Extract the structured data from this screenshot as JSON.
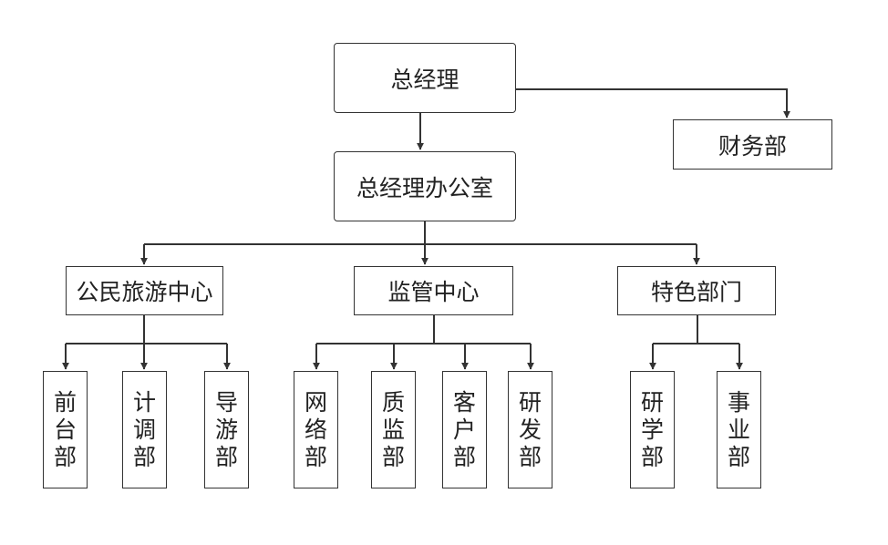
{
  "nodes": {
    "gm": "总经理",
    "finance": "财务部",
    "gm_office": "总经理办公室",
    "citizen_center": "公民旅游中心",
    "supervision_center": "监管中心",
    "special_dept": "特色部门",
    "front_desk": "前台部",
    "planning": "计调部",
    "guide": "导游部",
    "network": "网络部",
    "quality": "质监部",
    "customer": "客户部",
    "rnd": "研发部",
    "study": "研学部",
    "business": "事业部"
  }
}
